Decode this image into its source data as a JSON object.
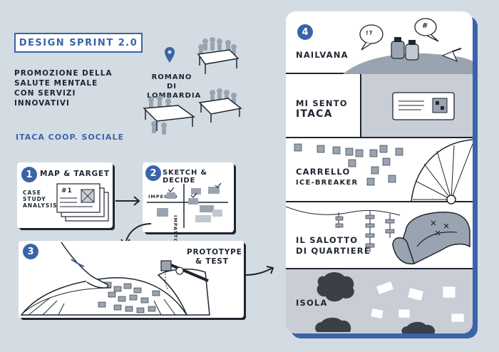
{
  "header": {
    "title": "DESIGN SPRINT 2.0"
  },
  "subtitle": [
    "PROMOZIONE DELLA",
    "SALUTE MENTALE",
    "CON SERVIZI",
    "INNOVATIVI"
  ],
  "organization": "ITACA COOP. SOCIALE",
  "location": [
    "ROMANO DI",
    "LOMBARDIA"
  ],
  "steps": [
    {
      "number": "1",
      "label": "MAP & TARGET",
      "note": [
        "CASE",
        "STUDY",
        "ANALYSIS"
      ],
      "card_label": "#1"
    },
    {
      "number": "2",
      "label": "SKETCH & DECIDE",
      "axis_x": "IMPEGNO",
      "axis_y": "IMPATTO"
    },
    {
      "number": "3",
      "label": [
        "PROTOTYPE",
        "& TEST"
      ]
    },
    {
      "number": "4"
    }
  ],
  "prototypes": [
    {
      "label": [
        "NAILVANA"
      ],
      "bubbles": [
        "!?",
        "#"
      ]
    },
    {
      "label": [
        "MI SENTO",
        "ITACA"
      ]
    },
    {
      "label": [
        "CARRELLO",
        "ICE-BREAKER"
      ]
    },
    {
      "label": [
        "IL SALOTTO",
        "DI QUARTIERE"
      ]
    },
    {
      "label": [
        "ISOLA"
      ]
    }
  ],
  "colors": {
    "accent": "#3a64a8",
    "background": "#d3dbe3",
    "ink": "#1f2530",
    "gray": "#9aa4b0"
  }
}
